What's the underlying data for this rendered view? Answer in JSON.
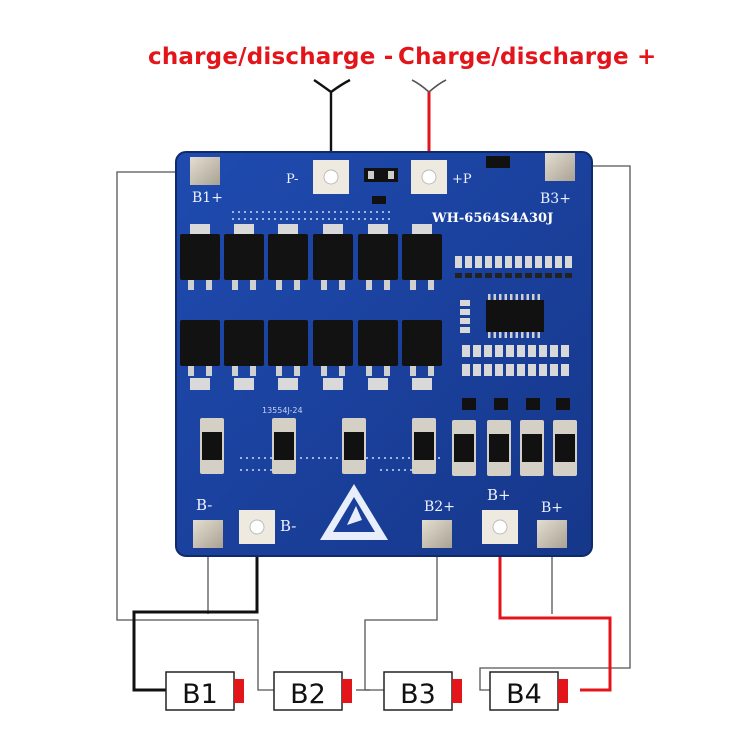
{
  "labels": {
    "discharge_neg": "charge/discharge -",
    "discharge_pos": "Charge/discharge +"
  },
  "board": {
    "model": "WH-6564S4A30J",
    "sub_code": "13554J-24",
    "pad_b1_plus": "B1+",
    "pad_b3_plus": "B3+",
    "pad_p_minus": "P-",
    "pad_p_plus": "+P",
    "pad_b_minus_left": "B-",
    "pad_b_minus_right": "B-",
    "pad_b2_plus": "B2+",
    "pad_b_plus_left": "B+",
    "pad_b_plus_right": "B+"
  },
  "batteries": [
    "B1",
    "B2",
    "B3",
    "B4"
  ],
  "colors": {
    "board": "#1a3f9a",
    "wire_red": "#e3151a",
    "wire_black": "#111111",
    "pad": "#c9c2b4"
  }
}
